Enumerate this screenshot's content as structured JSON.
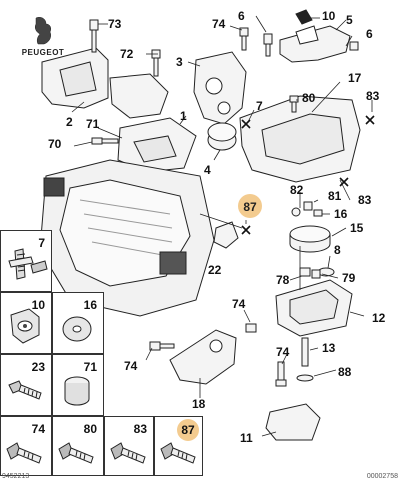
{
  "brand": {
    "name": "PEUGEOT",
    "logo_icon": "peugeot-lion-logo"
  },
  "callouts": {
    "c73": "73",
    "c72": "72",
    "c2": "2",
    "c71": "71",
    "c70": "70",
    "c1": "1",
    "c74a": "74",
    "c6a": "6",
    "c10": "10",
    "c5": "5",
    "c6b": "6",
    "c3": "3",
    "c7": "7",
    "c4": "4",
    "c80": "80",
    "c17": "17",
    "c83a": "83",
    "c82": "82",
    "c81": "81",
    "c16": "16",
    "c83b": "83",
    "c87": "87",
    "c15": "15",
    "c8": "8",
    "c22": "22",
    "c78": "78",
    "c79": "79",
    "c74b": "74",
    "c12": "12",
    "c74c": "74",
    "c13": "13",
    "c74d": "74",
    "c18": "18",
    "c88": "88",
    "c11": "11"
  },
  "legend": {
    "items": [
      {
        "num": "7",
        "icon": "stud-bolt-icon"
      },
      {
        "num": "10",
        "icon": "mounting-bracket-icon"
      },
      {
        "num": "16",
        "icon": "washer-icon"
      },
      {
        "num": "23",
        "icon": "hex-bolt-icon"
      },
      {
        "num": "71",
        "icon": "bushing-icon"
      },
      {
        "num": "74",
        "icon": "flange-bolt-icon"
      },
      {
        "num": "80",
        "icon": "flange-bolt-icon"
      },
      {
        "num": "83",
        "icon": "flange-bolt-icon"
      },
      {
        "num": "87",
        "icon": "flange-bolt-icon",
        "highlight": true
      }
    ],
    "highlight_color": "#f3cb8f"
  },
  "footer": {
    "left_code": "9452213",
    "right_code": "00002758"
  },
  "colors": {
    "line": "#222222",
    "highlight": "#f3cb8f",
    "part_fill": "#f4f4f4"
  }
}
